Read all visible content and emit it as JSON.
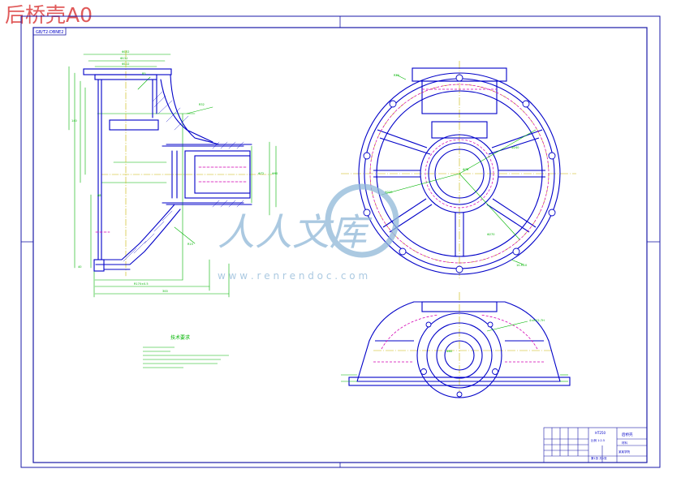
{
  "page_title": "后桥壳A0",
  "drawing_code": "GB/T2-DBNE2",
  "tech_req_title": "技术要求",
  "title_block": {
    "part_name": "后桥壳",
    "drawing_no": "HT250",
    "school": "某某学院",
    "scale": "比例 1:2.5",
    "material": "材料",
    "sheet": "第1张 共1张"
  },
  "watermark": {
    "text": "人人文库",
    "url": "w w w . r e n r e n d o c . c o m"
  },
  "colors": {
    "frame": "#1a1aa8",
    "outline": "#0000c8",
    "dimension": "#00b400",
    "centerline": "#c8b400",
    "hidden": "#d400b4",
    "watermark": "#8fb8d8",
    "stamp": "#e05a5a"
  }
}
